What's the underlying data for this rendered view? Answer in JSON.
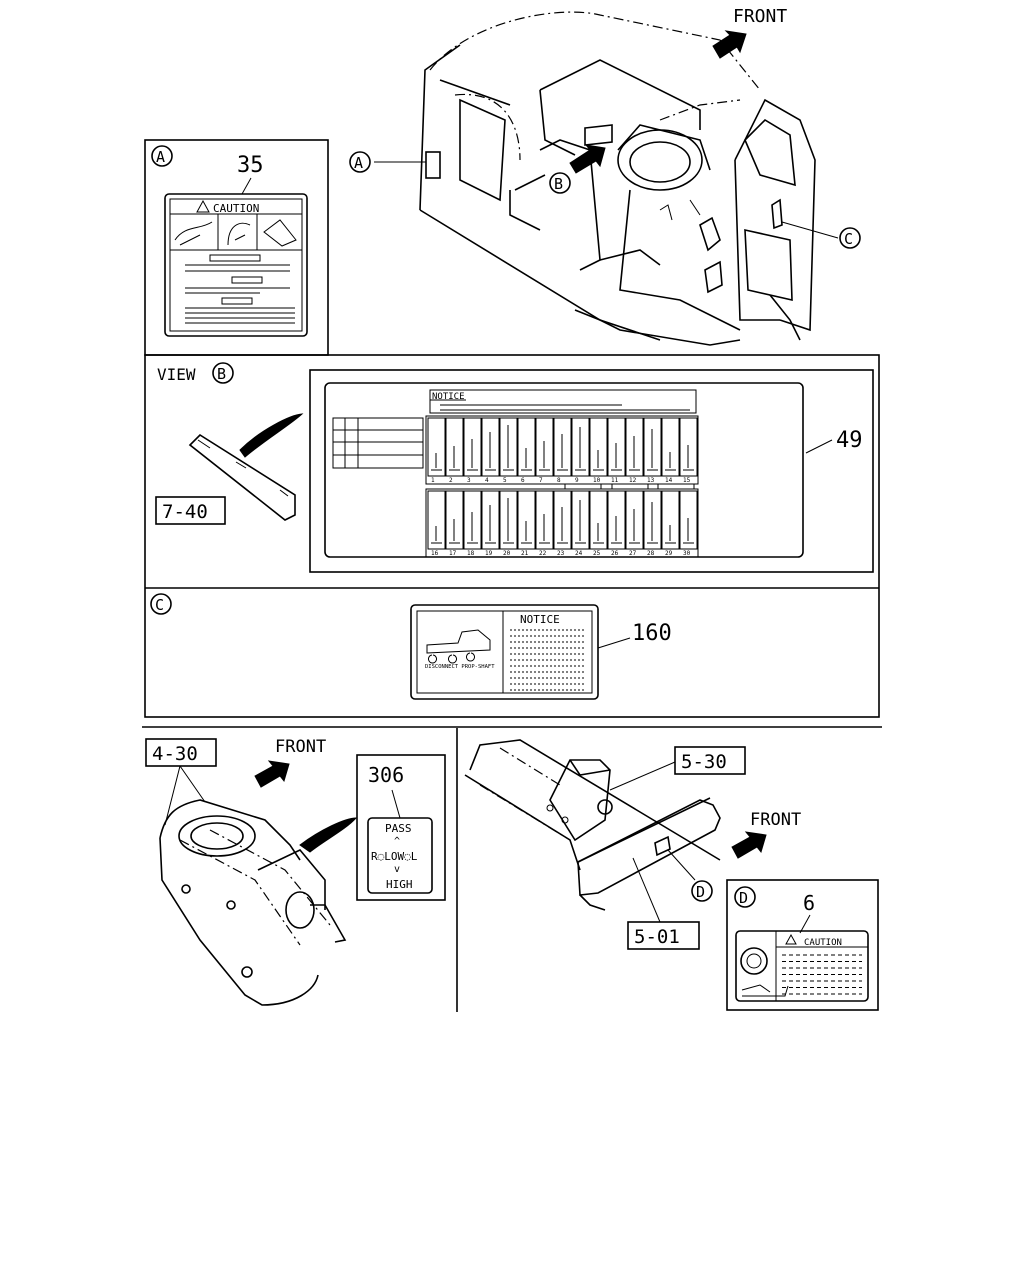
{
  "labels": {
    "front": "FRONT",
    "view": "VIEW",
    "view_a": "A",
    "view_b": "B",
    "view_c": "C",
    "view_d": "D",
    "part_35": "35",
    "part_49": "49",
    "part_160": "160",
    "part_306": "306",
    "part_6": "6",
    "ref_7_40": "7-40",
    "ref_4_30": "4-30",
    "ref_5_30": "5-30",
    "ref_5_01": "5-01"
  },
  "decals": {
    "caution": "CAUTION",
    "notice": "NOTICE",
    "notice_small": "NOTICE",
    "disconnect": "DISCONNECT PROP-SHAFT",
    "pass": "PASS",
    "high": "HIGH",
    "low_row": "R◌LOW◌L"
  },
  "fuse_numbers_top": [
    "1",
    "2",
    "3",
    "4",
    "5",
    "6",
    "7",
    "8",
    "9",
    "10",
    "11",
    "12",
    "13",
    "14",
    "15"
  ],
  "fuse_numbers_bottom": [
    "16",
    "17",
    "18",
    "19",
    "20",
    "21",
    "22",
    "23",
    "24",
    "25",
    "26",
    "27",
    "28",
    "29",
    "30"
  ],
  "icons": [
    "front-arrow-icon",
    "caution-triangle-icon",
    "truck-icon"
  ]
}
